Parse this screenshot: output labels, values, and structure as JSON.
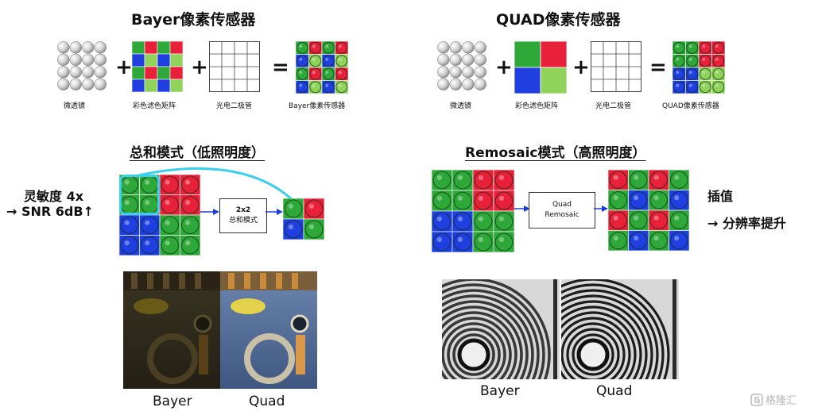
{
  "top": {
    "bayer": {
      "title": "Bayer像素传感器",
      "plus1": "+",
      "plus2": "+",
      "equals": "=",
      "captions": [
        "微透镜",
        "彩色滤色矩阵",
        "光电二极管",
        "Bayer像素传感器"
      ]
    },
    "quad": {
      "title": "QUAD像素传感器",
      "plus1": "+",
      "plus2": "+",
      "equals": "=",
      "captions": [
        "微透镜",
        "彩色滤色矩阵",
        "光电二极管",
        "QUAD像素传感器"
      ]
    }
  },
  "binning": {
    "title": "总和模式（低照明度）",
    "side_line1": "灵敏度 4x",
    "side_line2": "→ SNR 6dB↑",
    "box_line1": "2x2",
    "box_line2": "总和模式",
    "photo_labels": [
      "Bayer",
      "Quad"
    ]
  },
  "remosaic": {
    "title": "Remosaic模式（高照明度）",
    "box_line1": "Quad",
    "box_line2": "Remosaic",
    "side_line1": "插值",
    "side_line2": "→ 分辨率提升",
    "photo_labels": [
      "Bayer",
      "Quad"
    ]
  },
  "watermark": "格隆汇",
  "colors": {
    "red": "#e8203a",
    "green": "#2fa83a",
    "blue": "#1f3fe0",
    "light_green": "#8fd35a",
    "arrow_cyan": "#39d0f0",
    "arrow_blue": "#1a3fd8"
  }
}
